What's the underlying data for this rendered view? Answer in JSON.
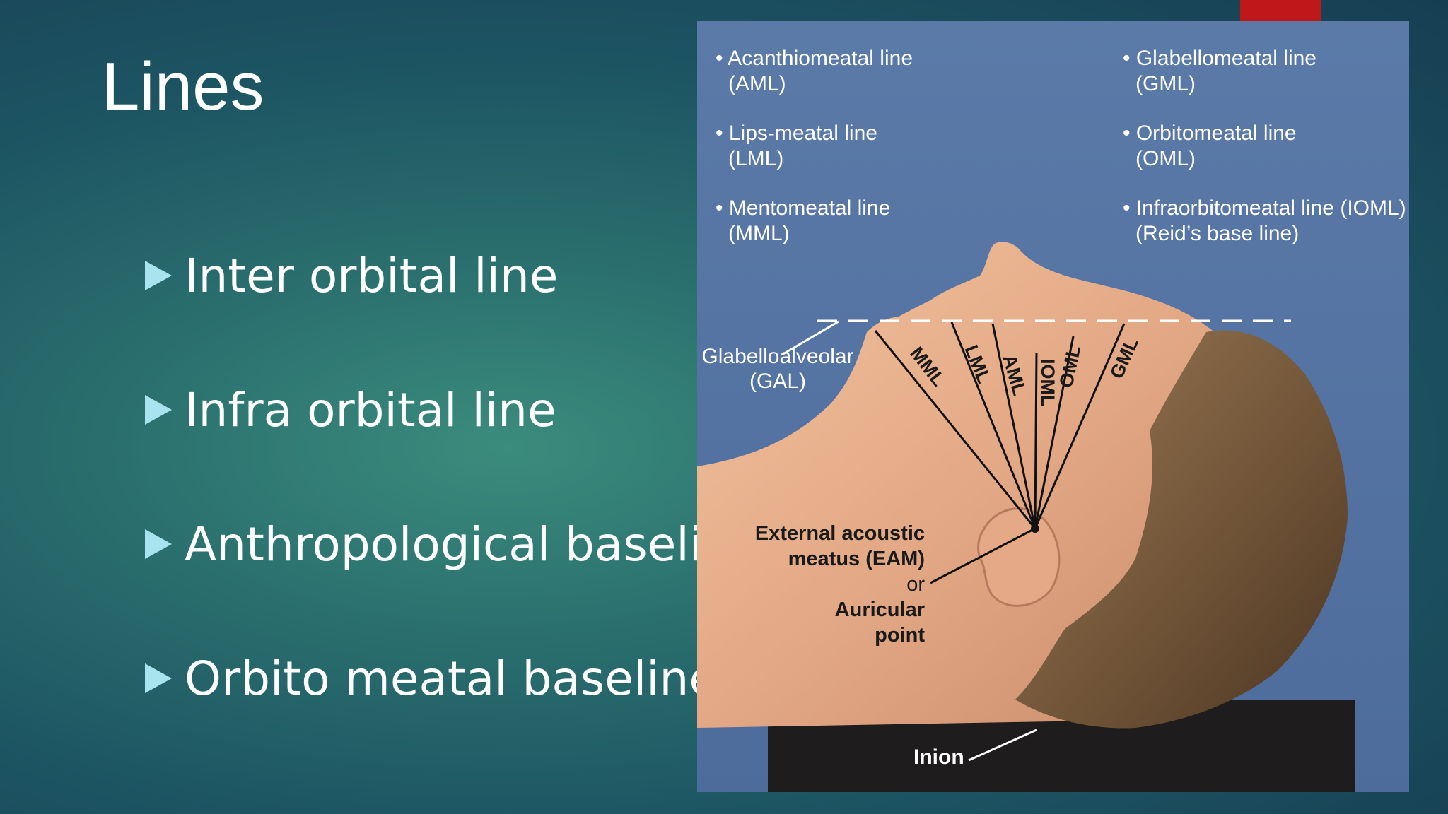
{
  "slide": {
    "title": "Lines",
    "bullets": [
      "Inter orbital line",
      "Infra orbital line",
      "Anthropological baseline",
      "Orbito meatal baseline"
    ]
  },
  "figure": {
    "legend_left": [
      {
        "line1": "• Acanthiomeatal line",
        "line2": "(AML)"
      },
      {
        "line1": "• Lips-meatal line",
        "line2": "(LML)"
      },
      {
        "line1": "• Mentomeatal line",
        "line2": "(MML)"
      }
    ],
    "legend_right": [
      {
        "line1": "• Glabellomeatal line",
        "line2": "(GML)"
      },
      {
        "line1": "• Orbitomeatal line",
        "line2": "(OML)"
      },
      {
        "line1": "• Infraorbitomeatal line (IOML)",
        "line2": "(Reid’s base line)"
      }
    ],
    "gal_label": [
      "Glabelloalveolar",
      "(GAL)"
    ],
    "line_labels": [
      "MML",
      "LML",
      "AML",
      "IOML",
      "OML",
      "GML"
    ],
    "eam_label": [
      "External acoustic",
      "meatus (EAM)",
      "or",
      "Auricular",
      "point"
    ],
    "inion_label": "Inion"
  },
  "colors": {
    "accent_red": "#c0181a",
    "bullet_triangle": "#a8e4ef",
    "figure_background": "#5777a6"
  }
}
